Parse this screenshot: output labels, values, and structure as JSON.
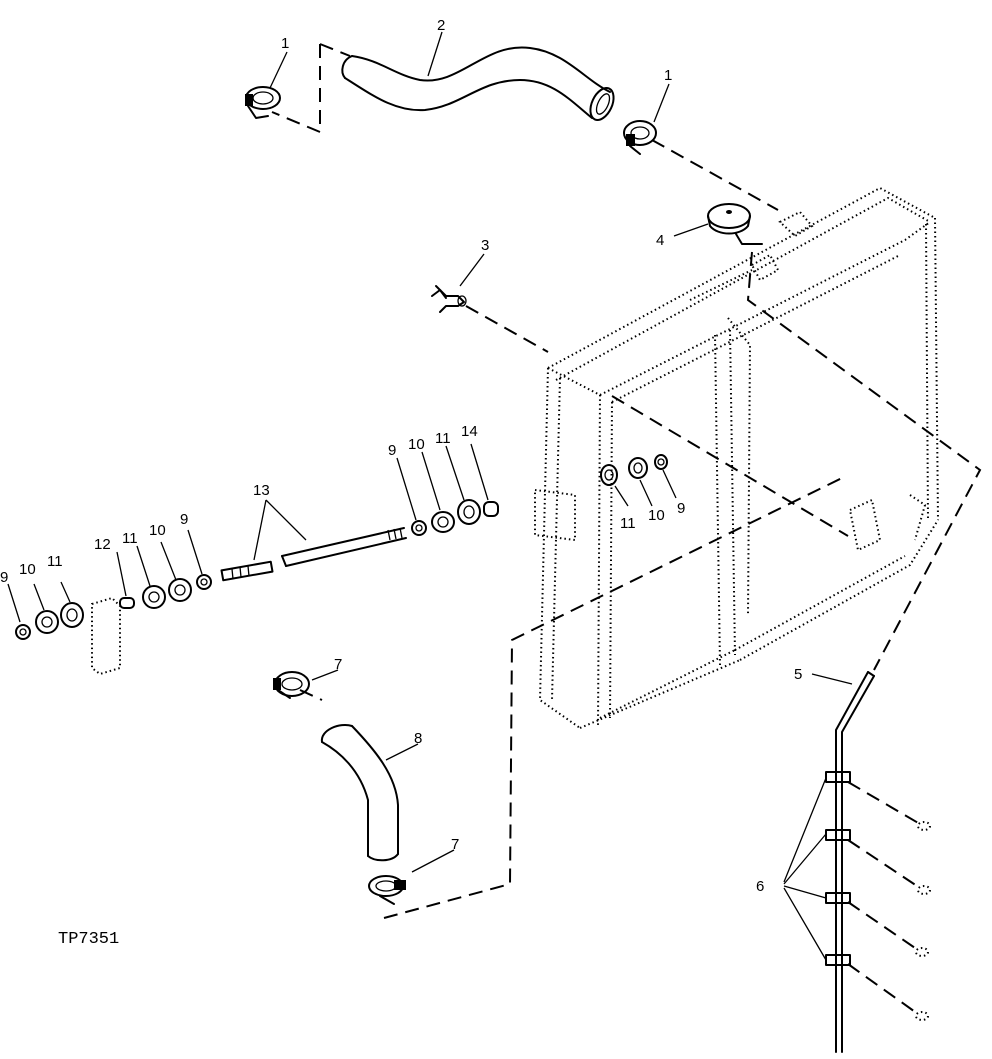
{
  "figure_code": "TP7351",
  "callouts": [
    {
      "id": "c1a",
      "text": "1"
    },
    {
      "id": "c1b",
      "text": "1"
    },
    {
      "id": "c2",
      "text": "2"
    },
    {
      "id": "c3",
      "text": "3"
    },
    {
      "id": "c4",
      "text": "4"
    },
    {
      "id": "c5",
      "text": "5"
    },
    {
      "id": "c6",
      "text": "6"
    },
    {
      "id": "c7a",
      "text": "7"
    },
    {
      "id": "c7b",
      "text": "7"
    },
    {
      "id": "c8",
      "text": "8"
    },
    {
      "id": "c13",
      "text": "13"
    },
    {
      "id": "c14",
      "text": "14"
    },
    {
      "id": "rt9",
      "text": "9"
    },
    {
      "id": "rt10",
      "text": "10"
    },
    {
      "id": "rt11",
      "text": "11"
    },
    {
      "id": "rad11",
      "text": "11"
    },
    {
      "id": "rad10",
      "text": "10"
    },
    {
      "id": "rad9",
      "text": "9"
    },
    {
      "id": "md12",
      "text": "12"
    },
    {
      "id": "md11",
      "text": "11"
    },
    {
      "id": "md10",
      "text": "10"
    },
    {
      "id": "md9",
      "text": "9"
    },
    {
      "id": "lf9",
      "text": "9"
    },
    {
      "id": "lf10",
      "text": "10"
    },
    {
      "id": "lf11",
      "text": "11"
    }
  ]
}
